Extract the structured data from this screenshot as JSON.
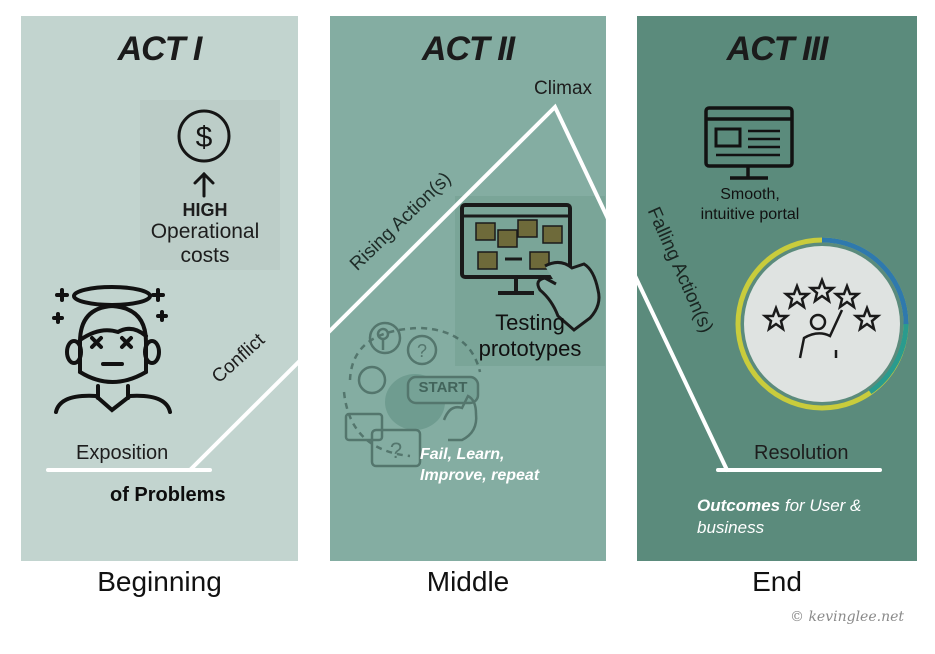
{
  "acts": {
    "act1": {
      "title": "ACT I",
      "bottom_label": "Beginning"
    },
    "act2": {
      "title": "ACT II",
      "bottom_label": "Middle"
    },
    "act3": {
      "title": "ACT III",
      "bottom_label": "End"
    }
  },
  "arc": {
    "exposition": "Exposition",
    "exposition_sub": "of Problems",
    "conflict": "Conflict",
    "rising": "Rising Action(s)",
    "climax": "Climax",
    "falling": "Falling Action(s)",
    "resolution": "Resolution"
  },
  "act1": {
    "cost_line1": "HIGH",
    "cost_line2": "Operational",
    "cost_line3": "costs",
    "icons": [
      "dollar-icon",
      "arrow-up-icon",
      "dizzy-person-icon"
    ]
  },
  "act2": {
    "testing_line1": "Testing",
    "testing_line2": "prototypes",
    "iterate_line1": "Fail, Learn,",
    "iterate_line2": "Improve, repeat",
    "start_button": "START",
    "icons": [
      "monitor-sticky-notes-icon",
      "ideas-cycle-icon"
    ]
  },
  "act3": {
    "portal_line1": "Smooth,",
    "portal_line2": "intuitive portal",
    "outcomes_bold": "Outcomes",
    "outcomes_rest": " for User &",
    "outcomes_line2": "business",
    "icons": [
      "web-portal-icon",
      "five-stars-rating-icon"
    ]
  },
  "credit": "© kevinglee.net"
}
